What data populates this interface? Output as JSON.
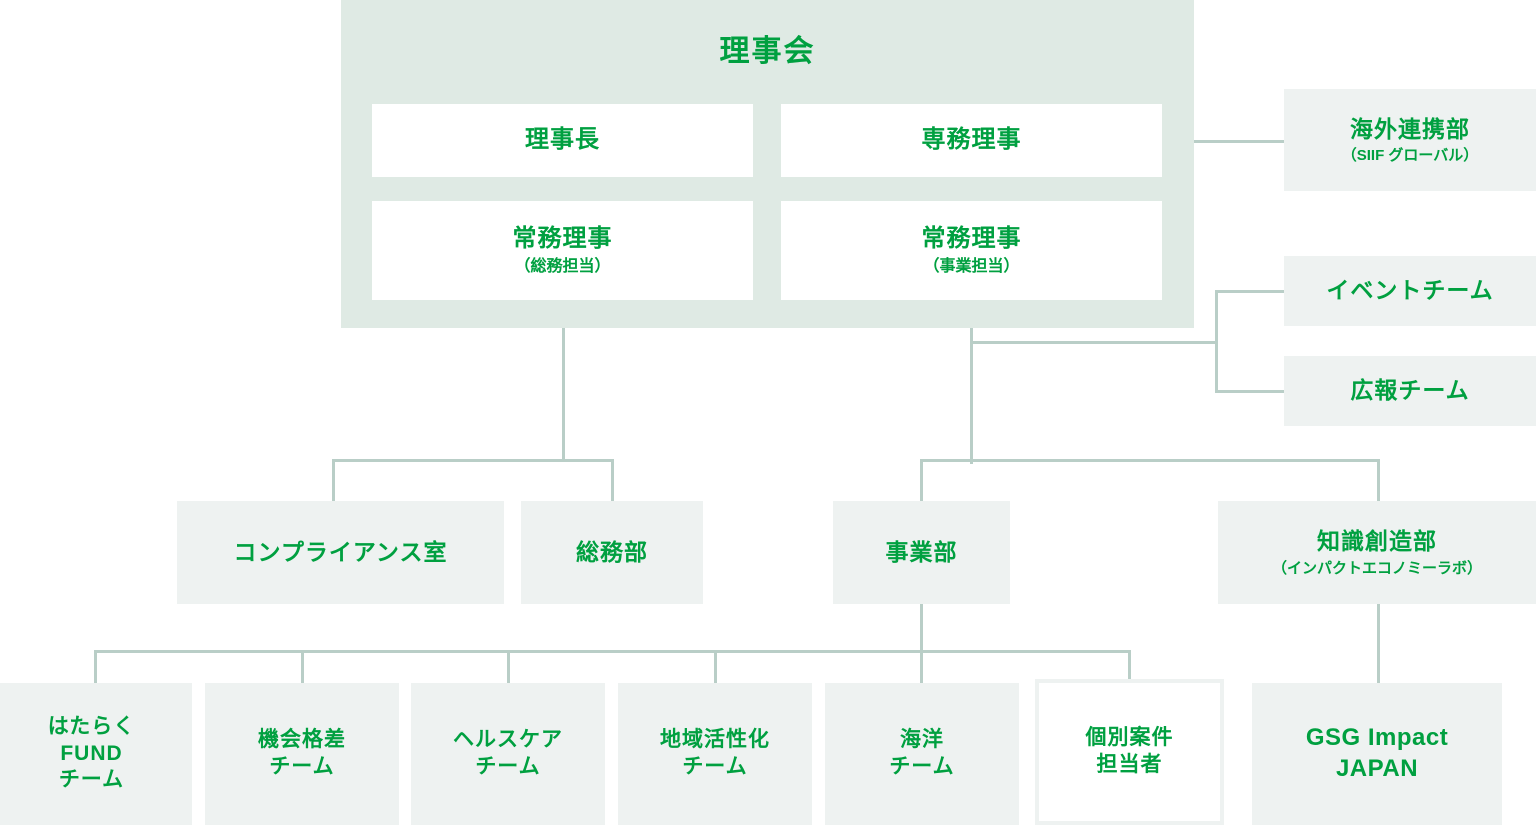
{
  "chart_data": {
    "type": "diagram",
    "title": "理事会",
    "subtype": "organization-chart",
    "accent_color": "#00a040",
    "panel_color": "#dfeae4",
    "box_color": "#eef2f1",
    "line_color": "#b9cec7",
    "nodes": [
      {
        "id": "board",
        "label": "理事会",
        "sub": ""
      },
      {
        "id": "chair",
        "label": "理事長",
        "sub": ""
      },
      {
        "id": "exec_dir",
        "label": "専務理事",
        "sub": ""
      },
      {
        "id": "md_general",
        "label": "常務理事",
        "sub": "（総務担当）"
      },
      {
        "id": "md_business",
        "label": "常務理事",
        "sub": "（事業担当）"
      },
      {
        "id": "overseas",
        "label": "海外連携部",
        "sub": "（SIIF グローバル）"
      },
      {
        "id": "event",
        "label": "イベントチーム",
        "sub": ""
      },
      {
        "id": "pr",
        "label": "広報チーム",
        "sub": ""
      },
      {
        "id": "compliance",
        "label": "コンプライアンス室",
        "sub": ""
      },
      {
        "id": "general",
        "label": "総務部",
        "sub": ""
      },
      {
        "id": "business",
        "label": "事業部",
        "sub": ""
      },
      {
        "id": "knowledge",
        "label": "知識創造部",
        "sub": "（インパクトエコノミーラボ）"
      },
      {
        "id": "hataraku",
        "label": "はたらく\nFUND\nチーム",
        "sub": ""
      },
      {
        "id": "kikai",
        "label": "機会格差\nチーム",
        "sub": ""
      },
      {
        "id": "health",
        "label": "ヘルスケア\nチーム",
        "sub": ""
      },
      {
        "id": "chiiki",
        "label": "地域活性化\nチーム",
        "sub": ""
      },
      {
        "id": "kaiyo",
        "label": "海洋\nチーム",
        "sub": ""
      },
      {
        "id": "kobetsu",
        "label": "個別案件\n担当者",
        "sub": ""
      },
      {
        "id": "gsg",
        "label": "GSG Impact\nJAPAN",
        "sub": ""
      }
    ],
    "edges": [
      {
        "from": "exec_dir",
        "to": "overseas"
      },
      {
        "from": "md_business",
        "to": "event"
      },
      {
        "from": "md_business",
        "to": "pr"
      },
      {
        "from": "md_general",
        "to": "compliance"
      },
      {
        "from": "md_general",
        "to": "general"
      },
      {
        "from": "md_business",
        "to": "business"
      },
      {
        "from": "md_business",
        "to": "knowledge"
      },
      {
        "from": "business",
        "to": "hataraku"
      },
      {
        "from": "business",
        "to": "kikai"
      },
      {
        "from": "business",
        "to": "health"
      },
      {
        "from": "business",
        "to": "chiiki"
      },
      {
        "from": "business",
        "to": "kaiyo"
      },
      {
        "from": "business",
        "to": "kobetsu"
      },
      {
        "from": "knowledge",
        "to": "gsg"
      }
    ]
  },
  "board": {
    "title": "理事会",
    "chair": {
      "main": "理事長"
    },
    "exec_dir": {
      "main": "専務理事"
    },
    "md_general": {
      "main": "常務理事",
      "sub": "（総務担当）"
    },
    "md_business": {
      "main": "常務理事",
      "sub": "（事業担当）"
    }
  },
  "side_units": {
    "overseas": {
      "main": "海外連携部",
      "sub": "（SIIF グローバル）"
    },
    "event": {
      "main": "イベントチーム"
    },
    "pr": {
      "main": "広報チーム"
    }
  },
  "departments": {
    "compliance": {
      "main": "コンプライアンス室"
    },
    "general": {
      "main": "総務部"
    },
    "business": {
      "main": "事業部"
    },
    "knowledge": {
      "main": "知識創造部",
      "sub": "（インパクトエコノミーラボ）"
    }
  },
  "teams": {
    "hataraku": {
      "l1": "はたらく",
      "l2": "FUND",
      "l3": "チーム"
    },
    "kikai": {
      "l1": "機会格差",
      "l2": "チーム"
    },
    "health": {
      "l1": "ヘルスケア",
      "l2": "チーム"
    },
    "chiiki": {
      "l1": "地域活性化",
      "l2": "チーム"
    },
    "kaiyo": {
      "l1": "海洋",
      "l2": "チーム"
    },
    "kobetsu": {
      "l1": "個別案件",
      "l2": "担当者"
    },
    "gsg": {
      "l1": "GSG Impact",
      "l2": "JAPAN"
    }
  }
}
